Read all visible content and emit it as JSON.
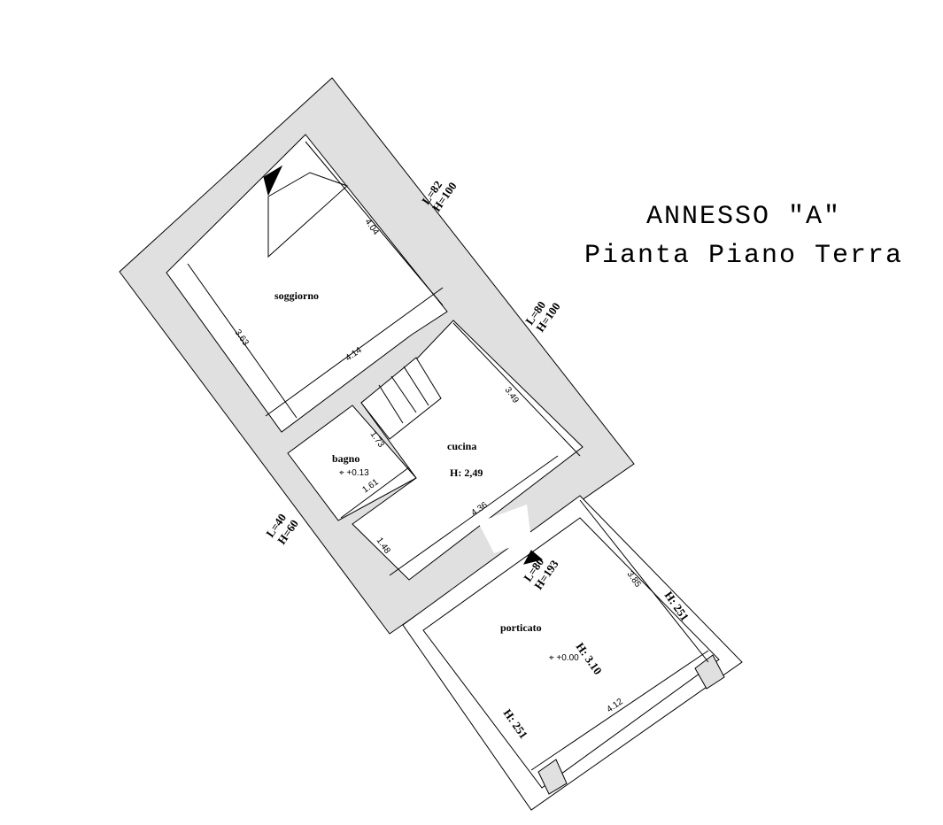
{
  "title": {
    "line1": "ANNESSO \"A\"",
    "line2": "Pianta Piano Terra"
  },
  "rooms": {
    "soggiorno": "soggiorno",
    "cucina": "cucina",
    "cucina_height": "H: 2,49",
    "bagno": "bagno",
    "bagno_level": "⌖ +0.13",
    "porticato": "porticato",
    "porticato_level": "⌖ +0.00",
    "porticato_height": "H: 3.10",
    "porticato_h1": "H: 251",
    "porticato_h2": "H: 251"
  },
  "openings": {
    "w1_l": "L=82",
    "w1_h": "H=100",
    "w2_l": "L=80",
    "w2_h": "H=100",
    "w3_l": "L=40",
    "w3_h": "H=60",
    "door_l": "L=80",
    "door_h": "H=193"
  },
  "dimensions": {
    "d404": "4.04",
    "d363": "3.63",
    "d414": "4.14",
    "d349": "3.49",
    "d173": "1.73",
    "d161": "1.61",
    "d436": "4.36",
    "d148": "1.48",
    "d385": "3.85",
    "d412": "4.12"
  },
  "colors": {
    "wall": "#e0e0e0",
    "line": "#000000"
  }
}
